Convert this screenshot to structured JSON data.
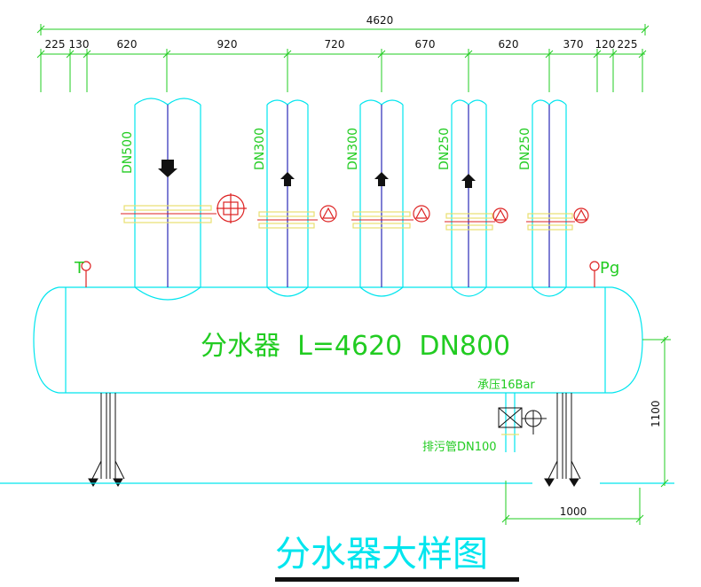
{
  "drawing": {
    "overall_dimension": "4620",
    "segments": [
      "225",
      "130",
      "620",
      "920",
      "720",
      "670",
      "620",
      "370",
      "120",
      "225"
    ],
    "header_text": "分水器  L=4620  DN800",
    "title": "分水器大样图",
    "colors": {
      "background": "#ffffff",
      "outline": "#00e5ee",
      "label": "#22cc22",
      "pipe_axis": "#2a2ab8",
      "flange": "#e8e070",
      "valve": "#dd2222",
      "dim_line": "#22cc22"
    }
  },
  "branches": [
    {
      "label": "DN500",
      "flow": "down"
    },
    {
      "label": "DN300",
      "flow": "up"
    },
    {
      "label": "DN300",
      "flow": "up"
    },
    {
      "label": "DN250",
      "flow": "up"
    },
    {
      "label": "DN250",
      "flow": "up"
    }
  ],
  "instruments": {
    "thermometer_label": "T",
    "pressure_label": "Pg"
  },
  "notes": {
    "pressure_rating": "承压16Bar",
    "drain": "排污管DN100"
  },
  "side_dims": {
    "height": "1100",
    "offset": "1000"
  }
}
